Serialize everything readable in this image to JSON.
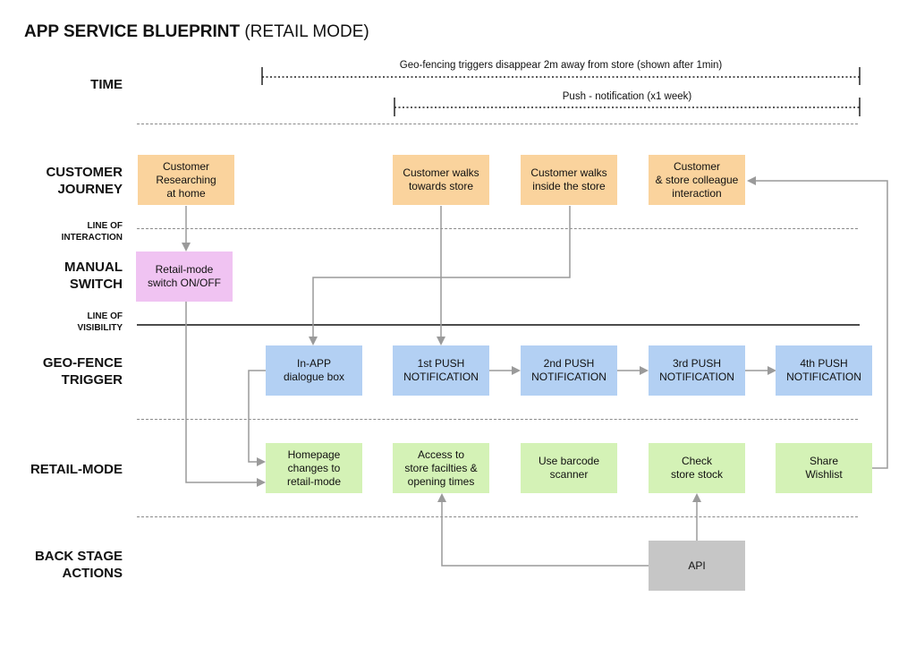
{
  "title": {
    "main": "APP SERVICE BLUEPRINT",
    "sub": "(RETAIL MODE)"
  },
  "lanes": {
    "time": "TIME",
    "customer_journey": "CUSTOMER\nJOURNEY",
    "line_of_interaction": "LINE OF\nINTERACTION",
    "manual_switch": "MANUAL\nSWITCH",
    "line_of_visibility": "LINE OF\nVISIBILITY",
    "geo_fence_trigger": "GEO-FENCE\nTRIGGER",
    "retail_mode": "RETAIL-MODE",
    "back_stage": "BACK STAGE\nACTIONS"
  },
  "timebars": {
    "geofence": "Geo-fencing triggers disappear 2m away from store (shown after 1min)",
    "push": "Push - notification (x1 week)"
  },
  "customer_journey": [
    "Customer\nResearching\nat home",
    "Customer walks\ntowards store",
    "Customer walks\ninside the store",
    "Customer\n& store colleague\ninteraction"
  ],
  "manual_switch": [
    "Retail-mode\nswitch ON/OFF"
  ],
  "geo_fence_trigger": [
    "In-APP\ndialogue box",
    "1st PUSH\nNOTIFICATION",
    "2nd PUSH\nNOTIFICATION",
    "3rd PUSH\nNOTIFICATION",
    "4th PUSH\nNOTIFICATION"
  ],
  "retail_mode": [
    "Homepage\nchanges to\nretail-mode",
    "Access to\nstore facilties &\nopening times",
    "Use barcode\nscanner",
    "Check\nstore stock",
    "Share\nWishlist"
  ],
  "back_stage": [
    "API"
  ],
  "colors": {
    "customer_journey": "#fad39d",
    "manual_switch": "#f0c3f2",
    "geo_fence_trigger": "#b3d0f3",
    "retail_mode": "#d4f2b6",
    "back_stage": "#c6c6c6",
    "connector": "#9a9a9a"
  }
}
